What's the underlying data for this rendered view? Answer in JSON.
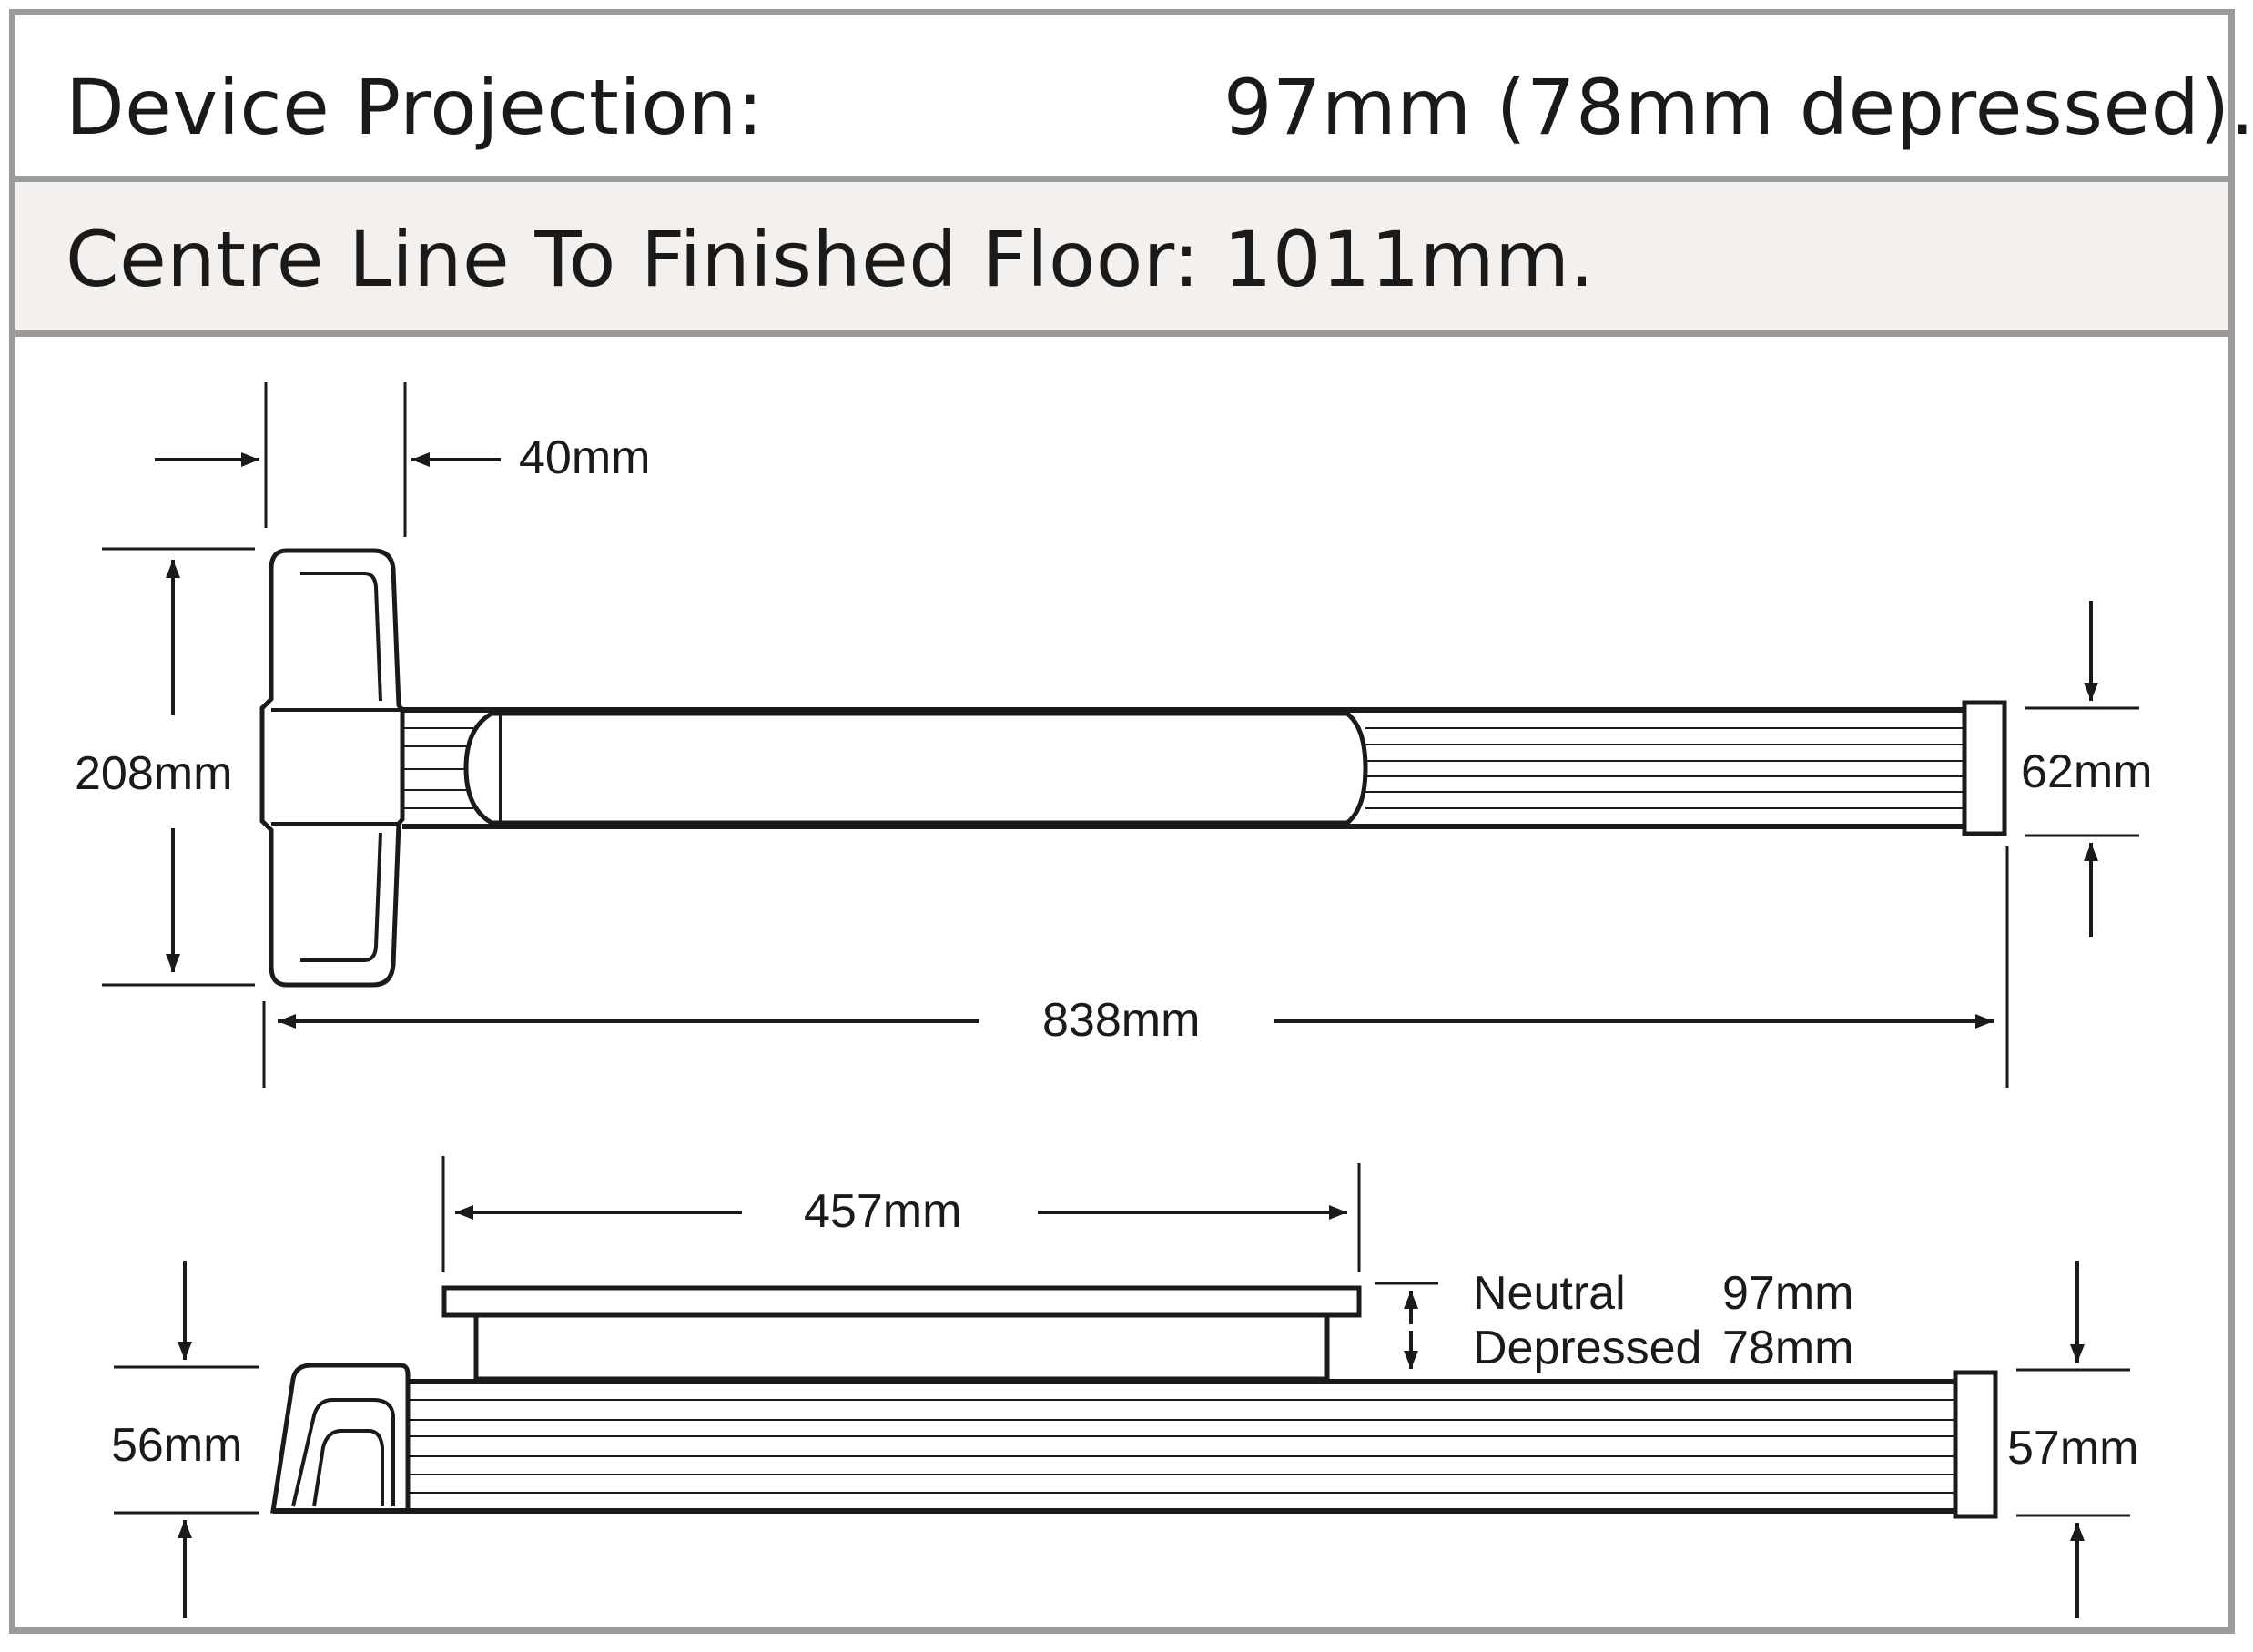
{
  "specs": {
    "projection": {
      "label": "Device Projection:",
      "value": "97mm (78mm depressed)."
    },
    "floor": {
      "label": "Centre Line To Finished Floor:",
      "value": "1011mm."
    }
  },
  "top_view": {
    "width_label": "40mm",
    "height_label": "208mm",
    "bar_label": "62mm",
    "length_label": "838mm"
  },
  "side_view": {
    "touchbar_label": "457mm",
    "neutral_label": "Neutral",
    "neutral_value": "97mm",
    "depressed_label": "Depressed",
    "depressed_value": "78mm",
    "left_height_label": "56mm",
    "right_height_label": "57mm"
  },
  "colors": {
    "line": "#1a1a1a",
    "border": "#9b9b9b",
    "shade": "#f3f0ed"
  }
}
